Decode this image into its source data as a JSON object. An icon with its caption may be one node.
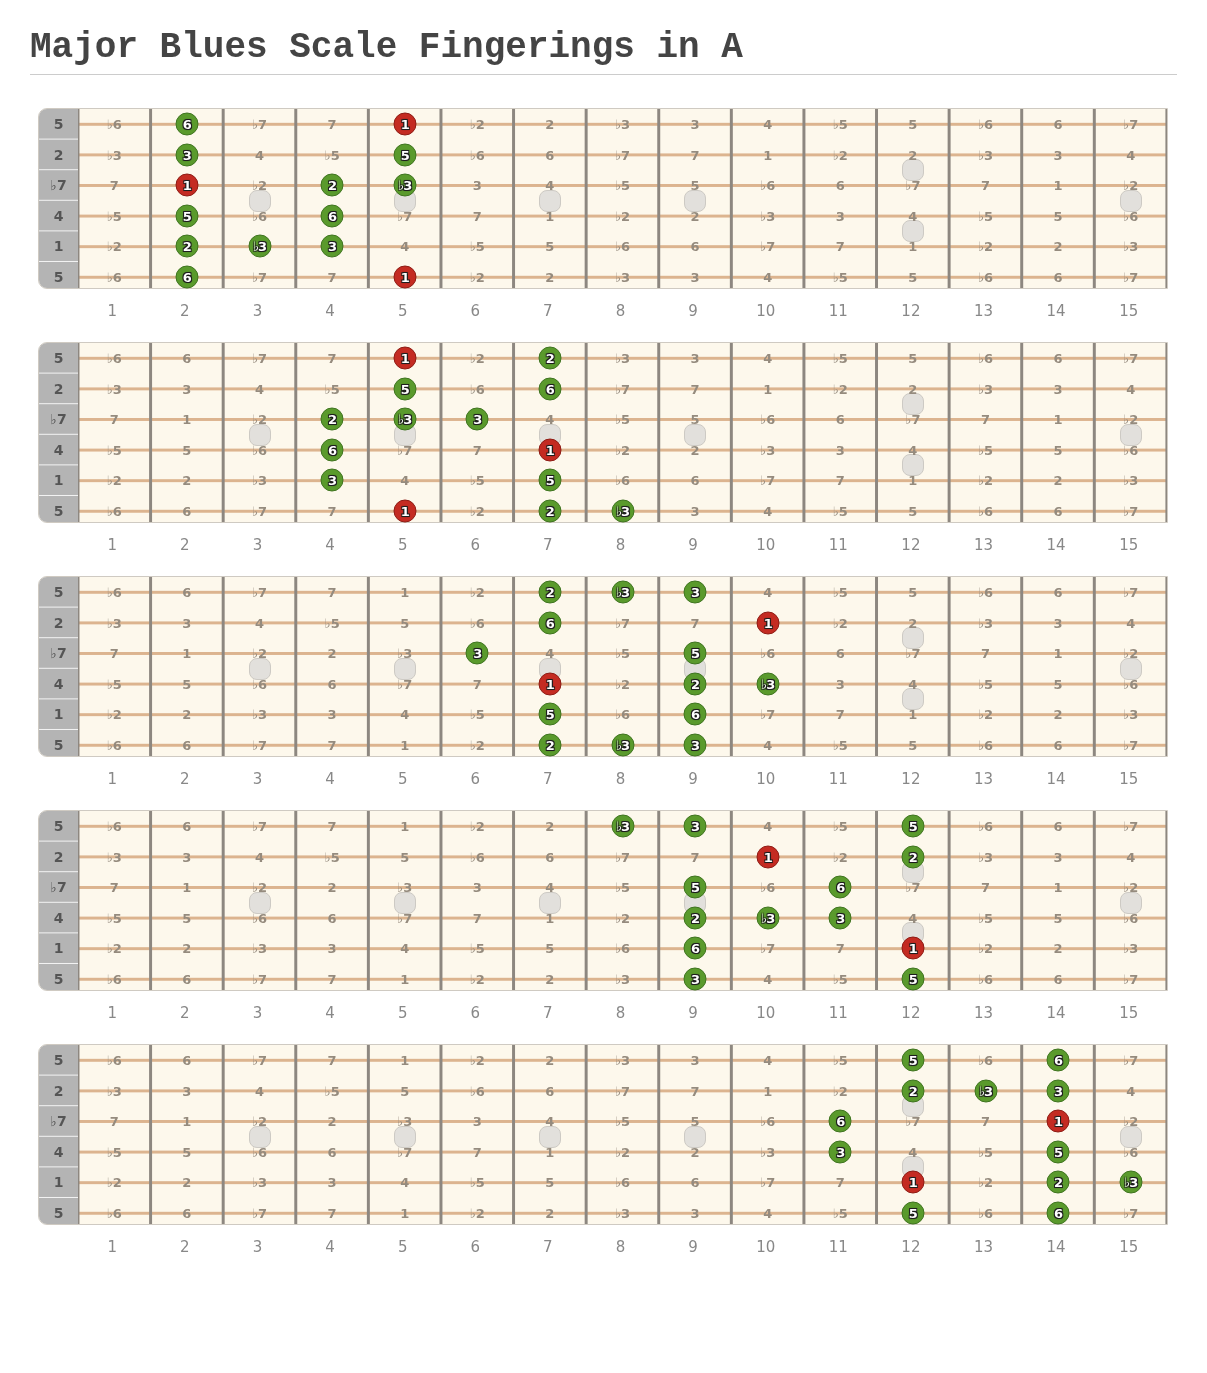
{
  "diagram": {
    "title": "Major Blues Scale Fingerings in A",
    "nodes": [
      {
        "text": [
          "5",
          "♭6",
          "♭7",
          "7",
          "♭2",
          "2",
          "♭3",
          "3",
          "4",
          "♭5",
          "5",
          "♭6",
          "6",
          "♭7",
          "2",
          "♭3",
          "4",
          "♭5",
          "♭6",
          "6",
          "♭7",
          "7",
          "1",
          "♭2",
          "2",
          "♭3",
          "3",
          "4",
          "♭7",
          "7",
          "♭2",
          "3",
          "4",
          "♭5",
          "5",
          "♭6",
          "6",
          "♭7",
          "7",
          "1",
          "♭2",
          "4",
          "♭5",
          "♭6",
          "♭7",
          "7",
          "1",
          "♭2",
          "2",
          "♭3",
          "3",
          "4",
          "♭5",
          "5",
          "♭6",
          "1",
          "♭2",
          "4",
          "♭5",
          "5",
          "♭6",
          "6",
          "♭7",
          "7",
          "1",
          "♭2",
          "2",
          "♭3",
          "5",
          "♭6",
          "♭7",
          "7",
          "♭2",
          "2",
          "♭3",
          "3",
          "4",
          "♭5",
          "5",
          "♭6",
          "6",
          "♭7"
        ]
      },
      {
        "text": [
          "6"
        ],
        "in": 0
      },
      {
        "text": [
          "1"
        ],
        "in": 0
      },
      {
        "text": [
          "3"
        ],
        "in": 0
      },
      {
        "text": [
          "5"
        ],
        "in": 0
      },
      {
        "text": [
          "1"
        ],
        "in": 0
      },
      {
        "text": [
          "2"
        ],
        "in": 0
      },
      {
        "text": [
          "♭3"
        ],
        "in": 0
      },
      {
        "text": [
          "5"
        ],
        "in": 0
      },
      {
        "text": [
          "6"
        ],
        "in": 0
      },
      {
        "text": [
          "2"
        ],
        "in": 0
      },
      {
        "text": [
          "♭3"
        ],
        "in": 0
      },
      {
        "text": [
          "3"
        ],
        "in": 0
      },
      {
        "text": [
          "6"
        ],
        "in": 0
      },
      {
        "text": [
          "1"
        ],
        "in": 0
      },
      {
        "text": [
          "5",
          "♭6",
          "6",
          "♭7",
          "7",
          "♭2",
          "♭3",
          "3",
          "4",
          "♭5",
          "5",
          "♭6",
          "6",
          "♭7",
          "2",
          "♭3",
          "3",
          "4",
          "♭5",
          "♭6",
          "♭7",
          "7",
          "1",
          "♭2",
          "2",
          "♭3",
          "3",
          "4",
          "♭7",
          "7",
          "1",
          "♭2",
          "4",
          "♭5",
          "5",
          "♭6",
          "6",
          "♭7",
          "7",
          "1",
          "♭2",
          "4",
          "♭5",
          "5",
          "♭6",
          "♭7",
          "7",
          "♭2",
          "2",
          "♭3",
          "3",
          "4",
          "♭5",
          "5",
          "♭6",
          "1",
          "♭2",
          "2",
          "♭3",
          "4",
          "♭5",
          "♭6",
          "6",
          "♭7",
          "7",
          "1",
          "♭2",
          "2",
          "♭3",
          "5",
          "♭6",
          "6",
          "♭7",
          "7",
          "♭2",
          "3",
          "4",
          "♭5",
          "5",
          "♭6",
          "6",
          "♭7"
        ]
      },
      {
        "text": [
          "1"
        ],
        "in": 15
      },
      {
        "text": [
          "2"
        ],
        "in": 15
      },
      {
        "text": [
          "5"
        ],
        "in": 15
      },
      {
        "text": [
          "6"
        ],
        "in": 15
      },
      {
        "text": [
          "2"
        ],
        "in": 15
      },
      {
        "text": [
          "♭3"
        ],
        "in": 15
      },
      {
        "text": [
          "3"
        ],
        "in": 15
      },
      {
        "text": [
          "6"
        ],
        "in": 15
      },
      {
        "text": [
          "1"
        ],
        "in": 15
      },
      {
        "text": [
          "3"
        ],
        "in": 15
      },
      {
        "text": [
          "5"
        ],
        "in": 15
      },
      {
        "text": [
          "1"
        ],
        "in": 15
      },
      {
        "text": [
          "2"
        ],
        "in": 15
      },
      {
        "text": [
          "♭3"
        ],
        "in": 15
      },
      {
        "text": [
          "5",
          "♭6",
          "6",
          "♭7",
          "7",
          "1",
          "♭2",
          "4",
          "♭5",
          "5",
          "♭6",
          "6",
          "♭7",
          "2",
          "♭3",
          "3",
          "4",
          "♭5",
          "5",
          "♭6",
          "♭7",
          "7",
          "♭2",
          "2",
          "♭3",
          "3",
          "4",
          "♭7",
          "7",
          "1",
          "♭2",
          "2",
          "♭3",
          "4",
          "♭5",
          "♭6",
          "6",
          "♭7",
          "7",
          "1",
          "♭2",
          "4",
          "♭5",
          "5",
          "♭6",
          "6",
          "♭7",
          "7",
          "♭2",
          "3",
          "4",
          "♭5",
          "5",
          "♭6",
          "1",
          "♭2",
          "2",
          "♭3",
          "3",
          "4",
          "♭5",
          "♭6",
          "♭7",
          "7",
          "1",
          "♭2",
          "2",
          "♭3",
          "5",
          "♭6",
          "6",
          "♭7",
          "7",
          "1",
          "♭2",
          "4",
          "♭5",
          "5",
          "♭6",
          "6",
          "♭7"
        ]
      },
      {
        "text": [
          "2"
        ],
        "in": 30
      },
      {
        "text": [
          "♭3"
        ],
        "in": 30
      },
      {
        "text": [
          "3"
        ],
        "in": 30
      },
      {
        "text": [
          "6"
        ],
        "in": 30
      },
      {
        "text": [
          "1"
        ],
        "in": 30
      },
      {
        "text": [
          "3"
        ],
        "in": 30
      },
      {
        "text": [
          "5"
        ],
        "in": 30
      },
      {
        "text": [
          "1"
        ],
        "in": 30
      },
      {
        "text": [
          "2"
        ],
        "in": 30
      },
      {
        "text": [
          "♭3"
        ],
        "in": 30
      },
      {
        "text": [
          "5"
        ],
        "in": 30
      },
      {
        "text": [
          "6"
        ],
        "in": 30
      },
      {
        "text": [
          "2"
        ],
        "in": 30
      },
      {
        "text": [
          "♭3"
        ],
        "in": 30
      },
      {
        "text": [
          "3"
        ],
        "in": 30
      },
      {
        "text": [
          "5",
          "♭6",
          "6",
          "♭7",
          "7",
          "1",
          "♭2",
          "2",
          "4",
          "♭5",
          "♭6",
          "6",
          "♭7",
          "2",
          "♭3",
          "3",
          "4",
          "♭5",
          "5",
          "♭6",
          "6",
          "♭7",
          "7",
          "♭2",
          "♭3",
          "3",
          "4",
          "♭7",
          "7",
          "1",
          "♭2",
          "2",
          "♭3",
          "3",
          "4",
          "♭5",
          "♭6",
          "♭7",
          "7",
          "1",
          "♭2",
          "4",
          "♭5",
          "5",
          "♭6",
          "6",
          "♭7",
          "7",
          "1",
          "♭2",
          "4",
          "♭5",
          "5",
          "♭6",
          "1",
          "♭2",
          "2",
          "♭3",
          "3",
          "4",
          "♭5",
          "5",
          "♭6",
          "♭7",
          "7",
          "♭2",
          "2",
          "♭3",
          "5",
          "♭6",
          "6",
          "♭7",
          "7",
          "1",
          "♭2",
          "2",
          "♭3",
          "4",
          "♭5",
          "♭6",
          "6",
          "♭7"
        ]
      },
      {
        "text": [
          "♭3"
        ],
        "in": 46
      },
      {
        "text": [
          "3"
        ],
        "in": 46
      },
      {
        "text": [
          "5"
        ],
        "in": 46
      },
      {
        "text": [
          "1"
        ],
        "in": 46
      },
      {
        "text": [
          "2"
        ],
        "in": 46
      },
      {
        "text": [
          "5"
        ],
        "in": 46
      },
      {
        "text": [
          "6"
        ],
        "in": 46
      },
      {
        "text": [
          "2"
        ],
        "in": 46
      },
      {
        "text": [
          "♭3"
        ],
        "in": 46
      },
      {
        "text": [
          "3"
        ],
        "in": 46
      },
      {
        "text": [
          "6"
        ],
        "in": 46
      },
      {
        "text": [
          "1"
        ],
        "in": 46
      },
      {
        "text": [
          "3"
        ],
        "in": 46
      },
      {
        "text": [
          "5"
        ],
        "in": 46
      },
      {
        "text": [
          "5",
          "♭6",
          "6",
          "♭7",
          "7",
          "1",
          "♭2",
          "2",
          "♭3",
          "3",
          "4",
          "♭5",
          "♭6",
          "♭7",
          "2",
          "♭3",
          "3",
          "4",
          "♭5",
          "5",
          "♭6",
          "6",
          "♭7",
          "7",
          "1",
          "♭2",
          "4",
          "♭7",
          "7",
          "1",
          "♭2",
          "2",
          "♭3",
          "3",
          "4",
          "♭5",
          "5",
          "♭6",
          "♭7",
          "7",
          "♭2",
          "4",
          "♭5",
          "5",
          "♭6",
          "6",
          "♭7",
          "7",
          "1",
          "♭2",
          "2",
          "♭3",
          "4",
          "♭5",
          "♭6",
          "1",
          "♭2",
          "2",
          "♭3",
          "3",
          "4",
          "♭5",
          "5",
          "♭6",
          "6",
          "♭7",
          "7",
          "♭2",
          "5",
          "♭6",
          "6",
          "♭7",
          "7",
          "1",
          "♭2",
          "2",
          "♭3",
          "3",
          "4",
          "♭5",
          "♭6",
          "♭7"
        ]
      },
      {
        "text": [
          "5"
        ],
        "in": 61
      },
      {
        "text": [
          "6"
        ],
        "in": 61
      },
      {
        "text": [
          "2"
        ],
        "in": 61
      },
      {
        "text": [
          "♭3"
        ],
        "in": 61
      },
      {
        "text": [
          "3"
        ],
        "in": 61
      },
      {
        "text": [
          "6"
        ],
        "in": 61
      },
      {
        "text": [
          "1"
        ],
        "in": 61
      },
      {
        "text": [
          "3"
        ],
        "in": 61
      },
      {
        "text": [
          "5"
        ],
        "in": 61
      },
      {
        "text": [
          "1"
        ],
        "in": 61
      },
      {
        "text": [
          "2"
        ],
        "in": 61
      },
      {
        "text": [
          "♭3"
        ],
        "in": 61
      },
      {
        "text": [
          "5"
        ],
        "in": 61
      },
      {
        "text": [
          "6"
        ],
        "in": 61
      }
    ],
    "labels": [
      "1",
      "2",
      "3",
      "4",
      "5",
      "6",
      "7",
      "8",
      "9",
      "10",
      "11",
      "12",
      "13",
      "14",
      "15",
      "1",
      "2",
      "3",
      "4",
      "5",
      "6",
      "7",
      "8",
      "9",
      "10",
      "11",
      "12",
      "13",
      "14",
      "15",
      "1",
      "2",
      "3",
      "4",
      "5",
      "6",
      "7",
      "8",
      "9",
      "10",
      "11",
      "12",
      "13",
      "14",
      "15",
      "1",
      "2",
      "3",
      "4",
      "5",
      "6",
      "7",
      "8",
      "9",
      "10",
      "11",
      "12",
      "13",
      "14",
      "15",
      "1",
      "2",
      "3",
      "4",
      "5",
      "6",
      "7",
      "8",
      "9",
      "10",
      "11",
      "12",
      "13",
      "14",
      "15"
    ]
  }
}
